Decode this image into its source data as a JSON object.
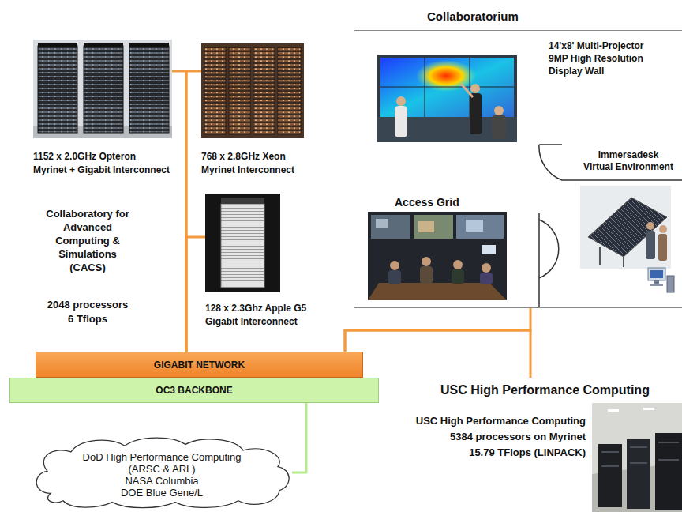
{
  "diagram": {
    "nodes": [
      {
        "text": [
          "1152 x 2.0GHz Opteron",
          "Myrinet + Gigabit Interconnect"
        ]
      },
      {
        "text": [
          "768 x 2.8GHz Xeon",
          "Myrinet Interconnect"
        ]
      },
      {
        "text": [
          "Collaboratorium"
        ]
      },
      {
        "text": [
          "14'x8' Multi-Projector 9MP High Resolution Display Wall"
        ],
        "in": 2
      },
      {
        "text": [
          "Immersadesk",
          "Virtual Environment"
        ],
        "in": 2
      },
      {
        "text": [
          "Access Grid"
        ],
        "in": 2
      },
      {
        "text": [
          "128 x 2.3Ghz Apple G5",
          "Gigabit Interconnect"
        ]
      },
      {
        "text": [
          "GIGABIT NETWORK"
        ]
      },
      {
        "text": [
          "OC3 BACKBONE"
        ]
      },
      {
        "text": [
          "USC High Performance Computing",
          "USC High Performance Computing",
          "5384 processors on Myrinet",
          "15.79 TFlops (LINPACK)"
        ]
      },
      {
        "text": [
          "DoD High Performance Computing (ARSC & ARL)",
          "NASA Columbia",
          "DOE Blue Gene/L"
        ]
      }
    ],
    "edges": [
      {
        "from": 0,
        "to": 7,
        "arrow": "none"
      },
      {
        "from": 1,
        "to": 7,
        "arrow": "none"
      },
      {
        "from": 6,
        "to": 7,
        "arrow": "none"
      },
      {
        "from": 7,
        "to": 2,
        "arrow": "none"
      },
      {
        "from": 7,
        "to": 9,
        "arrow": "none"
      },
      {
        "from": 8,
        "to": 10,
        "arrow": "none"
      }
    ],
    "labels": [
      "Collaboratory for Advanced Computing & Simulations (CACS)",
      "2048 processors",
      "6 Tflops"
    ]
  }
}
